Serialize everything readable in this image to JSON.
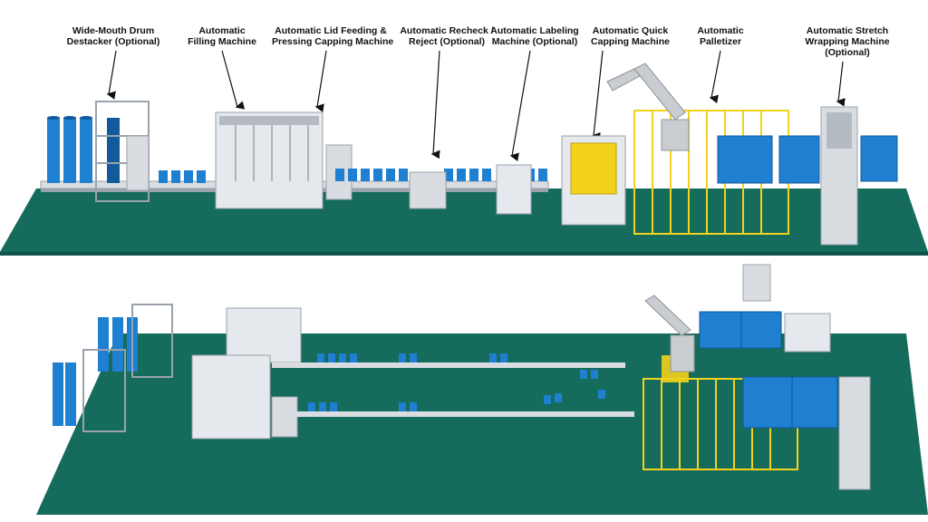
{
  "colors": {
    "floor": "#156b5c",
    "floor_edge": "#0f5448",
    "drum": "#1f7fd1",
    "drum_dark": "#135a9c",
    "frame": "#d9dde2",
    "frame_dark": "#9aa2ab",
    "yellow": "#f2d21a",
    "robot": "#c9ccd1"
  },
  "labels": [
    {
      "id": "drum-destacker",
      "lines": [
        "Wide-Mouth Drum",
        "Destacker (Optional)"
      ]
    },
    {
      "id": "filling-machine",
      "lines": [
        "Automatic",
        "Filling Machine"
      ]
    },
    {
      "id": "lid-capping",
      "lines": [
        "Automatic Lid Feeding &",
        "Pressing Capping Machine"
      ]
    },
    {
      "id": "recheck-reject",
      "lines": [
        "Automatic Recheck /",
        "Reject (Optional)"
      ]
    },
    {
      "id": "labeling-machine",
      "lines": [
        "Automatic Labeling",
        "Machine (Optional)"
      ]
    },
    {
      "id": "quick-capping",
      "lines": [
        "Automatic Quick",
        "Capping Machine"
      ]
    },
    {
      "id": "palletizer",
      "lines": [
        "Automatic",
        "Palletizer"
      ]
    },
    {
      "id": "stretch-wrapping",
      "lines": [
        "Automatic Stretch",
        "Wrapping Machine",
        "(Optional)"
      ]
    }
  ]
}
